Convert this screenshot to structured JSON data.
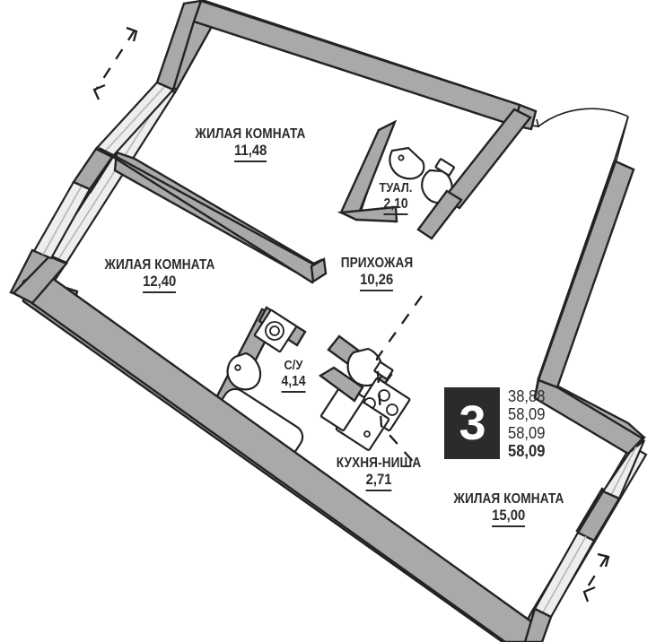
{
  "plan": {
    "type": "apartment-floor-plan",
    "rooms_badge": {
      "rooms_count": "3",
      "areas": [
        {
          "key": "living_area",
          "value": "38,88",
          "emphasis": false
        },
        {
          "key": "total_area",
          "value": "58,09",
          "emphasis": false
        },
        {
          "key": "area_with_balcony",
          "value": "58,09",
          "emphasis": false
        },
        {
          "key": "sellable_area",
          "value": "58,09",
          "emphasis": true
        }
      ]
    },
    "rooms": [
      {
        "id": "living-room-1",
        "name": "ЖИЛАЯ КОМНАТА",
        "area": "11,48"
      },
      {
        "id": "living-room-2",
        "name": "ЖИЛАЯ КОМНАТА",
        "area": "12,40"
      },
      {
        "id": "toilet",
        "name": "ТУАЛ.",
        "area": "2,10"
      },
      {
        "id": "hallway",
        "name": "ПРИХОЖАЯ",
        "area": "10,26"
      },
      {
        "id": "bathroom",
        "name": "С/У",
        "area": "4,14"
      },
      {
        "id": "kitchen-niche",
        "name": "КУХНЯ-НИША",
        "area": "2,71"
      },
      {
        "id": "living-room-3",
        "name": "ЖИЛАЯ КОМНАТА",
        "area": "15,00"
      }
    ],
    "colors": {
      "wall_fill": "#a9a9a9",
      "wall_stroke": "#232323",
      "window_fill": "#eeeeee",
      "badge_bg": "#2b2b2b",
      "badge_text": "#ffffff",
      "label_text": "#2b2b2b",
      "page_bg": "#ffffff"
    },
    "elements": {
      "entrance_door": "entrance-door-arc",
      "balcony_top_left": "balcony-outline-dashed",
      "balcony_bottom_right": "balcony-outline-dashed",
      "kitchen_divider": "dashed-divider"
    }
  }
}
